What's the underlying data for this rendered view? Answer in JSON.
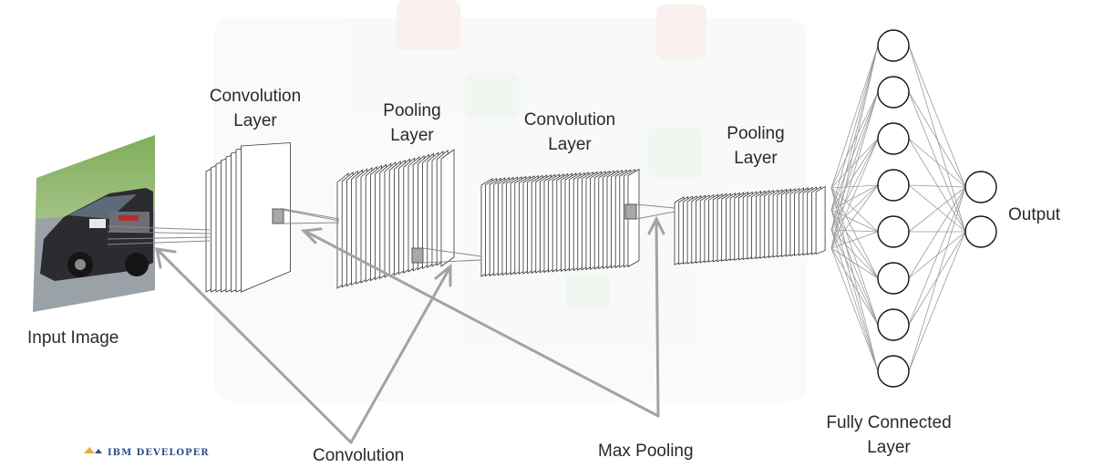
{
  "diagram": {
    "labels": {
      "input_image": "Input Image",
      "conv1": [
        "Convolution",
        "Layer"
      ],
      "pool1": [
        "Pooling",
        "Layer"
      ],
      "conv2": [
        "Convolution",
        "Layer"
      ],
      "pool2": [
        "Pooling",
        "Layer"
      ],
      "fully_connected": [
        "Fully Connected",
        "Layer"
      ],
      "output": "Output",
      "convolution": "Convolution",
      "max_pooling": "Max Pooling"
    },
    "watermark_text": "IBM DEVELOPER",
    "network": {
      "hidden_nodes": 8,
      "output_nodes": 2
    },
    "colors": {
      "lines": "#9a9a9a",
      "arrows": "#a3a3a3",
      "node_stroke": "#111111",
      "background_tint": "#eef2ee"
    }
  }
}
